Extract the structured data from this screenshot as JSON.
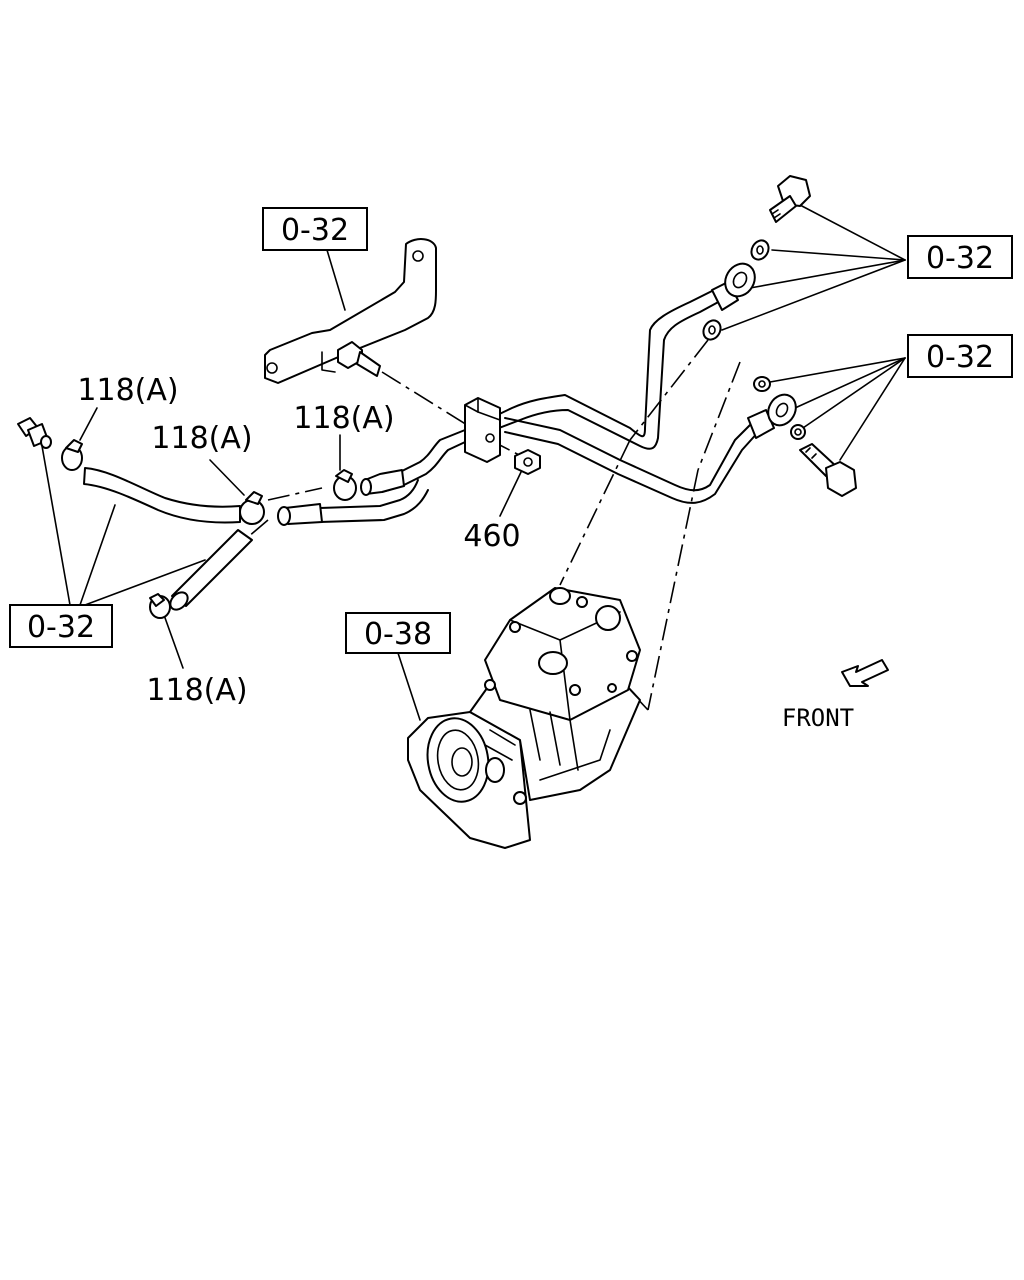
{
  "callouts": {
    "ref_bracket": "0-32",
    "ref_bolt_right_top": "0-32",
    "ref_bolt_right_mid": "0-32",
    "ref_left": "0-32",
    "ref_compressor": "0-38",
    "clamp_a": "118(A)",
    "clamp_b": "118(A)",
    "clamp_c": "118(A)",
    "clamp_d": "118(A)",
    "nut": "460"
  },
  "direction_label": "FRONT"
}
